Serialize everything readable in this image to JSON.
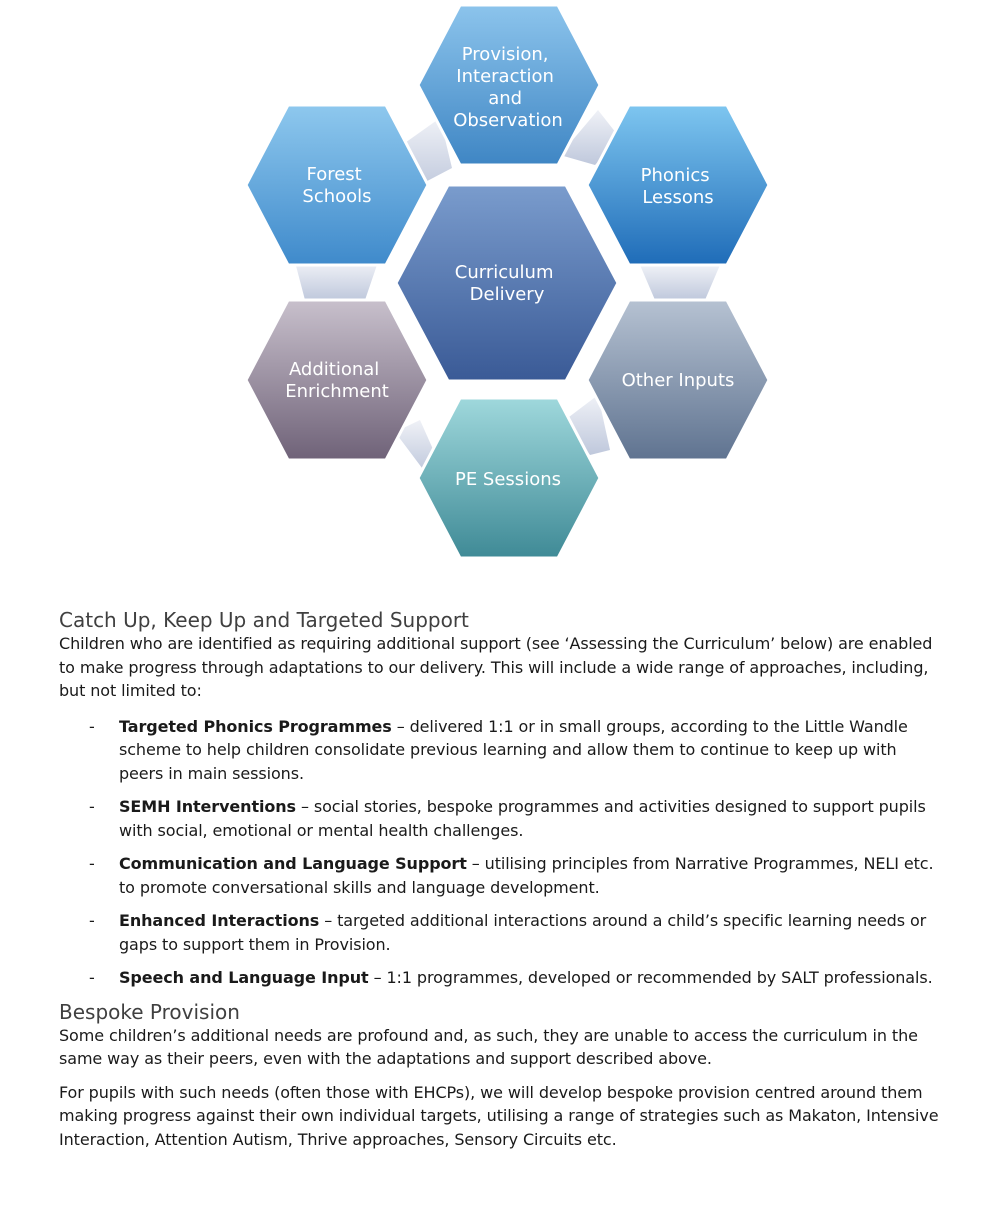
{
  "diagram": {
    "center": "Curriculum Delivery",
    "nodes": [
      {
        "id": "provision",
        "label": "Provision, Interaction and Observation"
      },
      {
        "id": "phonics",
        "label": "Phonics Lessons"
      },
      {
        "id": "other",
        "label": "Other Inputs"
      },
      {
        "id": "pe",
        "label": "PE Sessions"
      },
      {
        "id": "enrichment",
        "label": "Additional Enrichment"
      },
      {
        "id": "forest",
        "label": "Forest Schools"
      }
    ]
  },
  "section1": {
    "heading": "Catch Up, Keep Up and Targeted Support",
    "intro": "Children who are identified as requiring additional support (see ‘Assessing the Curriculum’ below) are enabled to make progress through adaptations to our delivery. This will include a wide range of approaches, including, but not limited to:",
    "bullets": [
      {
        "term": "Targeted Phonics Programmes",
        "text": " – delivered 1:1 or in small groups, according to the Little Wandle scheme to help children consolidate previous learning and allow them to continue to keep up with peers in main sessions."
      },
      {
        "term": "SEMH Interventions",
        "text": " – social stories, bespoke programmes and activities designed to support pupils with social, emotional or mental health challenges."
      },
      {
        "term": "Communication and Language Support",
        "text": " – utilising principles from Narrative Programmes, NELI etc. to promote conversational skills and language development."
      },
      {
        "term": "Enhanced Interactions",
        "text": " – targeted additional interactions around a child’s specific learning needs or gaps to support them in Provision."
      },
      {
        "term": "Speech and Language Input",
        "text": " – 1:1 programmes, developed or recommended by SALT professionals."
      }
    ]
  },
  "section2": {
    "heading": "Bespoke Provision",
    "para1": "Some children’s additional needs are profound and, as such, they are unable to access the curriculum in the same way as their peers, even with the adaptations and support described above.",
    "para2": "For pupils with such needs (often those with EHCPs), we will develop bespoke provision centred around them making progress against their own individual targets, utilising a range of strategies such as Makaton, Intensive Interaction, Attention Autism, Thrive approaches, Sensory Circuits etc."
  },
  "colors": {
    "center": [
      "#7a9ccd",
      "#3a5a96"
    ],
    "provision": [
      "#8cc4ec",
      "#3f86c4"
    ],
    "phonics": [
      "#7ec6f0",
      "#1f6cb8"
    ],
    "other": [
      "#b6c2d2",
      "#5f7390"
    ],
    "pe": [
      "#9fd8dc",
      "#3f8a96"
    ],
    "enrichment": [
      "#c8c0cc",
      "#6f6278"
    ],
    "forest": [
      "#8ec8ee",
      "#3f8acb"
    ]
  }
}
